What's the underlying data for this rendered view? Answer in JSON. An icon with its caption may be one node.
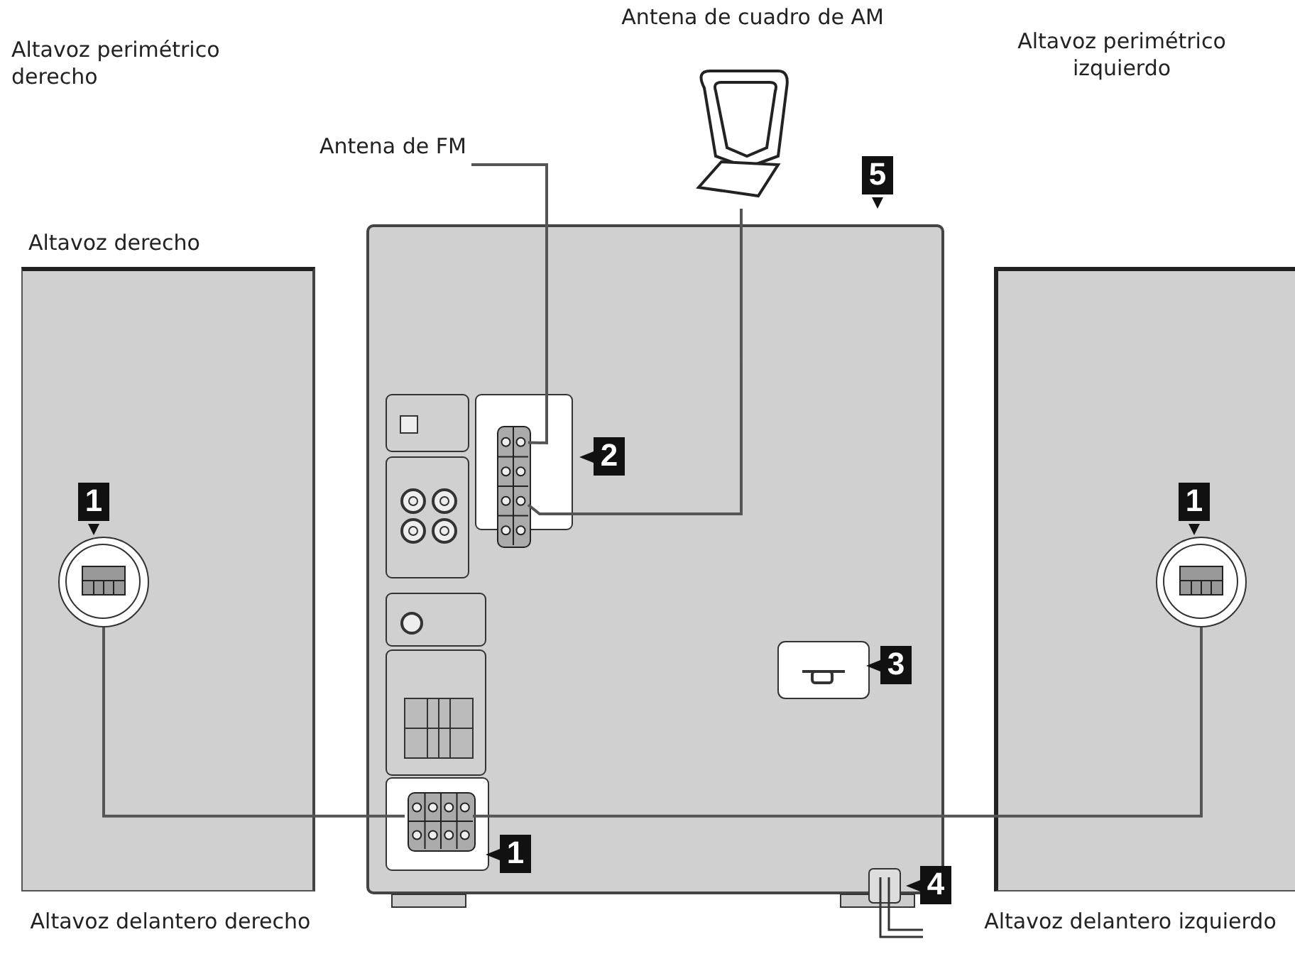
{
  "diagram": {
    "nodes": [
      {
        "text": [
          "Altavoz derecho",
          "Altavoz delantero derecho"
        ]
      },
      {
        "text": [
          "Altavoz delantero izquierdo"
        ]
      },
      {
        "text": [],
        "shape": "box"
      },
      {
        "text": [],
        "shape": "circle",
        "in": 0
      },
      {
        "text": [],
        "shape": "circle",
        "in": 1
      },
      {
        "text": [],
        "shape": "box",
        "in": 2
      },
      {
        "text": [],
        "shape": "box",
        "in": 2
      },
      {
        "text": [
          "Antena de FM"
        ]
      },
      {
        "text": [
          "Antena de cuadro de AM"
        ]
      }
    ],
    "edges": [
      {
        "from": 3,
        "to": 5,
        "arrow": "none"
      },
      {
        "from": 4,
        "to": 5,
        "arrow": "none"
      },
      {
        "from": 7,
        "to": 6,
        "arrow": "none"
      },
      {
        "from": 8,
        "to": 6,
        "arrow": "none"
      }
    ],
    "labels": [
      "Altavoz perimétrico derecho",
      "Altavoz perimétrico izquierdo",
      "5",
      "2",
      "1",
      "1",
      "3",
      "1",
      "4"
    ]
  }
}
